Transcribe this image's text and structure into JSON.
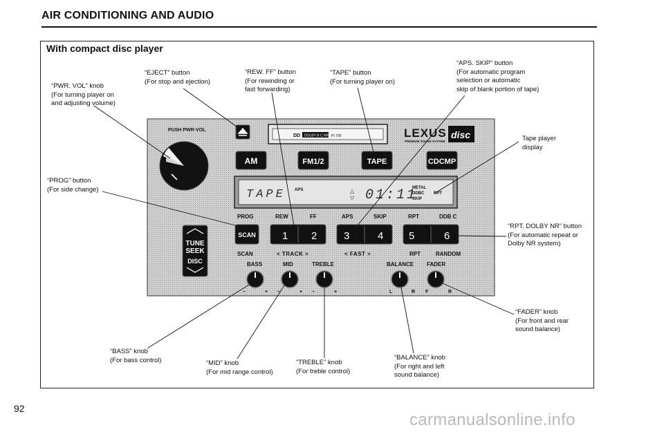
{
  "header": {
    "title": "AIR CONDITIONING AND AUDIO",
    "subtitle": "With compact disc player"
  },
  "callouts": {
    "pwr_vol": [
      "“PWR. VOL” knob",
      "(For turning player on",
      "and adjusting volume)"
    ],
    "eject": [
      "“EJECT” button",
      "(For stop and ejection)"
    ],
    "rew_ff": [
      "“REW. FF” button",
      "(For rewinding or",
      "fast forwarding)"
    ],
    "tape": [
      "“TAPE” button",
      "(For turning player on)"
    ],
    "aps_skip": [
      "“APS. SKIP” button",
      "(For automatic program",
      "selection or automatic",
      "skip of blank portion of tape)"
    ],
    "tape_display": [
      "Tape player",
      "display"
    ],
    "prog": [
      "“PROG” button",
      "(For side change)"
    ],
    "rpt_dolby": [
      "“RPT. DOLBY NR” button",
      "(For automatic repeat or",
      "Dolby NR system)"
    ],
    "fader": [
      "“FADER” knob",
      "(For front and rear",
      "sound balance)"
    ],
    "bass": [
      "“BASS” knob",
      "(For bass control)"
    ],
    "mid": [
      "“MID” knob",
      "(For mid range control)"
    ],
    "treble": [
      "“TREBLE” knob",
      "(For treble control)"
    ],
    "balance": [
      "“BALANCE” knob",
      "(For right and left",
      "sound balance)"
    ]
  },
  "radio": {
    "push_pwr_vol": "PUSH PWR·VOL",
    "brand": "LEXUS",
    "brand_sub": "PREMIUM SOUND SYSTEM",
    "disc_logo": "disc",
    "cassette_label": "DOLBY B C NR",
    "buttons": {
      "am": "AM",
      "fm": "FM1/2",
      "tape": "TAPE",
      "cd": "CDCMP",
      "scan": "SCAN",
      "preset_1": "1",
      "preset_2": "2",
      "preset_3": "3",
      "preset_4": "4",
      "preset_5": "5",
      "preset_6": "6",
      "tune_seek": "TUNE",
      "seek": "SEEK",
      "disc": "DISC"
    },
    "display": {
      "main_text": "TAPE",
      "aps": "APS",
      "digits": "01:11",
      "metal": "METAL",
      "dolby": "DDBC",
      "skip": "SKIP",
      "rpt": "RPT"
    },
    "labels_top": {
      "prog": "PROG",
      "rew": "REW",
      "ff": "FF",
      "aps": "APS",
      "skip": "SKIP",
      "rpt": "RPT",
      "dolby": "DDB C"
    },
    "labels_bottom": {
      "scan": "SCAN",
      "track": "<  TRACK  >",
      "fast": "<  FAST  >",
      "rpt": "RPT",
      "random": "RANDOM"
    },
    "knobs": {
      "bass": "BASS",
      "mid": "MID",
      "treble": "TREBLE",
      "balance": "BALANCE",
      "fader": "FADER",
      "minus": "−",
      "plus": "+",
      "l": "L",
      "r": "R",
      "f": "F",
      "r2": "R"
    }
  },
  "footer": {
    "page_number": "92",
    "watermark": "carmanualsonline.info"
  }
}
